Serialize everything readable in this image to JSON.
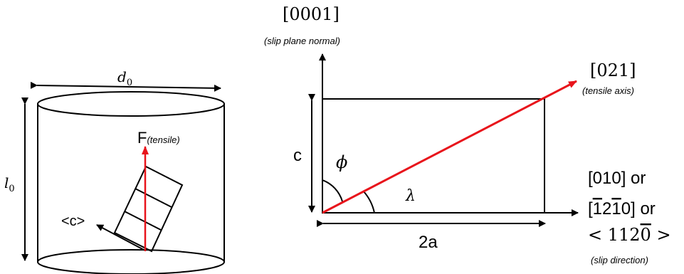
{
  "colors": {
    "line": "#000000",
    "red": "#e8141b",
    "background": "#ffffff"
  },
  "cylinder": {
    "diameter_label": "d",
    "diameter_sub": "0",
    "length_label": "l",
    "length_sub": "0",
    "force_label": "F",
    "force_sub": "(tensile)",
    "c_direction_label": "<c>"
  },
  "unit_cell": {
    "normal_label": "[0001]",
    "normal_caption": "(slip plane normal)",
    "tensile_label": "[021]",
    "tensile_caption": "(tensile axis)",
    "height_label": "c",
    "width_label": "2a",
    "phi_label": "ϕ",
    "lambda_label": "λ",
    "slip_line1": "[010] or",
    "slip_line2_pre": "[",
    "slip_line2_a": "1",
    "slip_line2_b": "2",
    "slip_line2_c": "1",
    "slip_line2_d": "0",
    "slip_line2_post": "] or",
    "slip_line3_pre": "< 112",
    "slip_line3_bar": "0",
    "slip_line3_post": " >",
    "slip_caption": "(slip direction)"
  }
}
